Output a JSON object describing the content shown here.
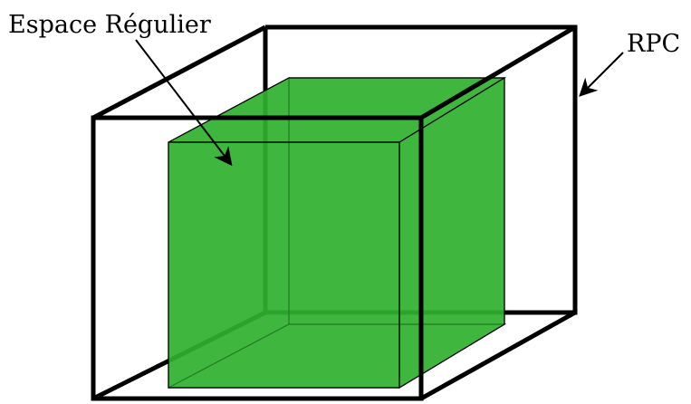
{
  "labels": {
    "regular_space": "Espace Régulier",
    "rpc": "RPC"
  },
  "colors": {
    "inner_fill": "#2fb12f",
    "inner_fill_opacity": 0.72,
    "inner_edge": "#000000",
    "outer_edge": "#000000",
    "background": "#ffffff"
  }
}
